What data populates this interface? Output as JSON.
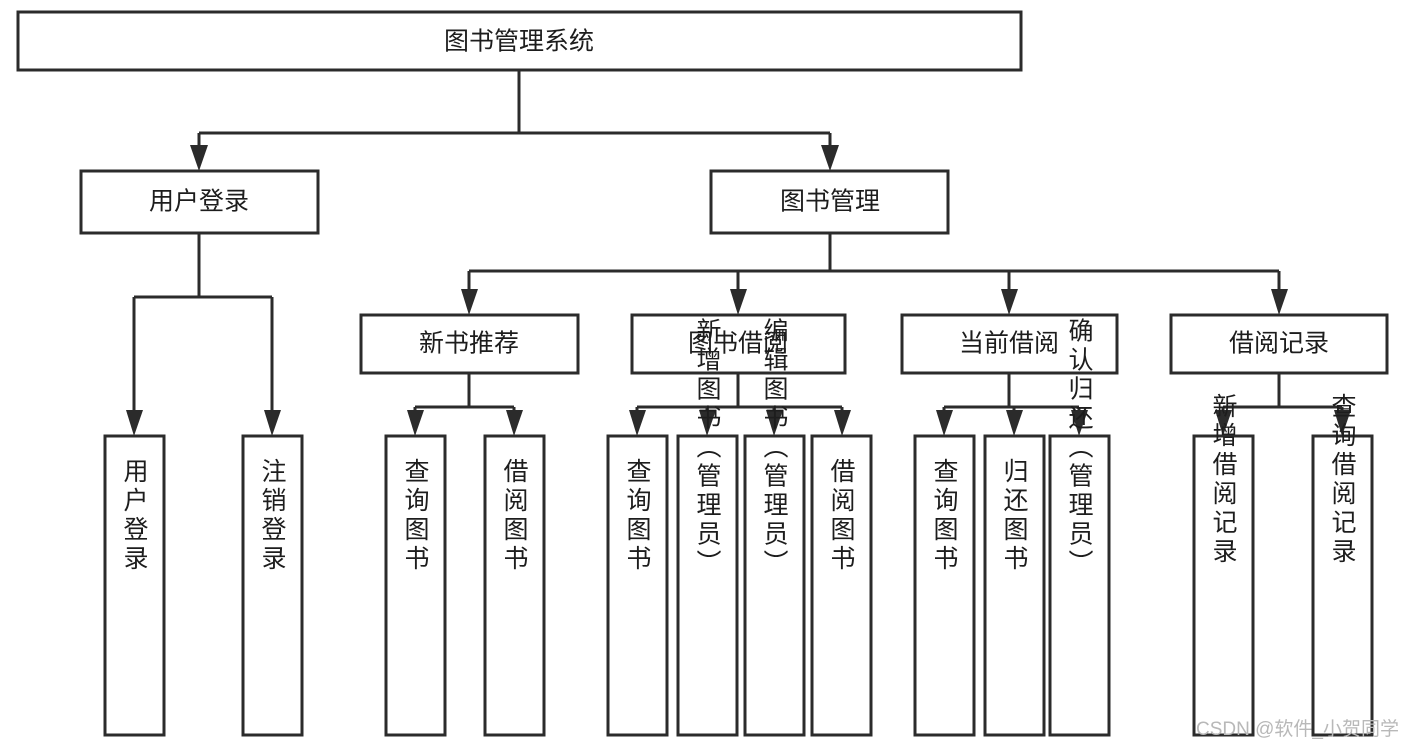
{
  "diagram": {
    "title": "图书管理系统",
    "type": "tree-hierarchy",
    "orientation": "top-down",
    "colors": {
      "box_stroke": "#2b2b2b",
      "box_fill": "#ffffff",
      "text": "#1d1d1d",
      "connector": "#2b2b2b",
      "watermark": "#b8b8b8",
      "background": "#ffffff"
    },
    "watermark": "CSDN @软件_小贺同学"
  },
  "chart_data": {
    "type": "tree",
    "title": "图书管理系统",
    "root": {
      "label": "图书管理系统",
      "children": [
        {
          "label": "用户登录",
          "children": [
            {
              "label": "用户登录"
            },
            {
              "label": "注销登录"
            }
          ]
        },
        {
          "label": "图书管理",
          "children": [
            {
              "label": "新书推荐",
              "children": [
                {
                  "label": "查询图书"
                },
                {
                  "label": "借阅图书"
                }
              ]
            },
            {
              "label": "图书借阅",
              "children": [
                {
                  "label": "查询图书"
                },
                {
                  "label": "新增图书（管理员）"
                },
                {
                  "label": "编辑图书（管理员）"
                },
                {
                  "label": "借阅图书"
                }
              ]
            },
            {
              "label": "当前借阅",
              "children": [
                {
                  "label": "查询图书"
                },
                {
                  "label": "归还图书"
                },
                {
                  "label": "确认归还（管理员）"
                }
              ]
            },
            {
              "label": "借阅记录",
              "children": [
                {
                  "label": "新增借阅记录"
                },
                {
                  "label": "查询借阅记录"
                }
              ]
            }
          ]
        }
      ]
    }
  },
  "nodes": {
    "root": {
      "label": "图书管理系统"
    },
    "level2": {
      "user_login": {
        "label": "用户登录"
      },
      "book_manage": {
        "label": "图书管理"
      }
    },
    "level3": {
      "new_book_rec": {
        "label": "新书推荐"
      },
      "book_borrow": {
        "label": "图书借阅"
      },
      "current_borrow": {
        "label": "当前借阅"
      },
      "borrow_record": {
        "label": "借阅记录"
      }
    },
    "leaves": {
      "user_login_1": {
        "label": "用户登录"
      },
      "user_login_2": {
        "label": "注销登录"
      },
      "new_book_1": {
        "label": "查询图书"
      },
      "new_book_2": {
        "label": "借阅图书"
      },
      "borrow_1": {
        "label": "查询图书"
      },
      "borrow_2": {
        "label": "新增图书（管理员）"
      },
      "borrow_3": {
        "label": "编辑图书（管理员）"
      },
      "borrow_4": {
        "label": "借阅图书"
      },
      "current_1": {
        "label": "查询图书"
      },
      "current_2": {
        "label": "归还图书"
      },
      "current_3": {
        "label": "确认归还（管理员）"
      },
      "record_1": {
        "label": "新增借阅记录"
      },
      "record_2": {
        "label": "查询借阅记录"
      }
    }
  },
  "footer": {
    "watermark": "CSDN @软件_小贺同学"
  }
}
